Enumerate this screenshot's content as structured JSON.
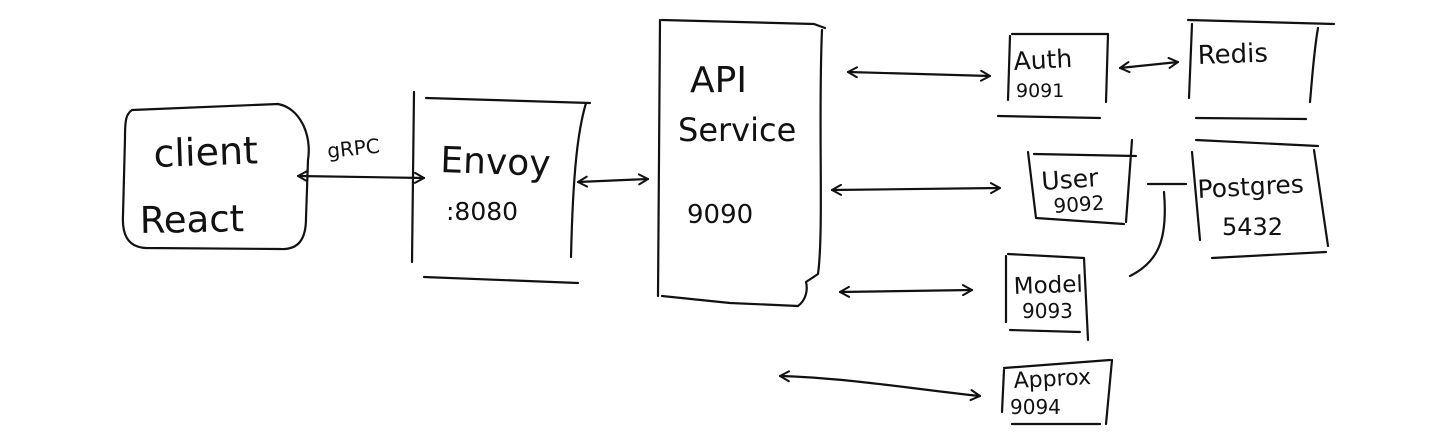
{
  "diagram": {
    "ink_color": "#111111",
    "background": "#ffffff",
    "client": {
      "line1": "client",
      "line2": "React"
    },
    "client_edge_label": "gRPC",
    "envoy": {
      "name": "Envoy",
      "port": ":8080"
    },
    "api": {
      "line1": "API",
      "line2": "Service",
      "port": "9090"
    },
    "auth": {
      "name": "Auth",
      "port": "9091"
    },
    "redis": {
      "name": "Redis"
    },
    "user": {
      "name": "User",
      "port": "9092"
    },
    "postgres": {
      "name": "Postgres",
      "port": "5432"
    },
    "model": {
      "name": "Model",
      "port": "9093"
    },
    "approx": {
      "name": "Approx",
      "port": "9094"
    }
  }
}
